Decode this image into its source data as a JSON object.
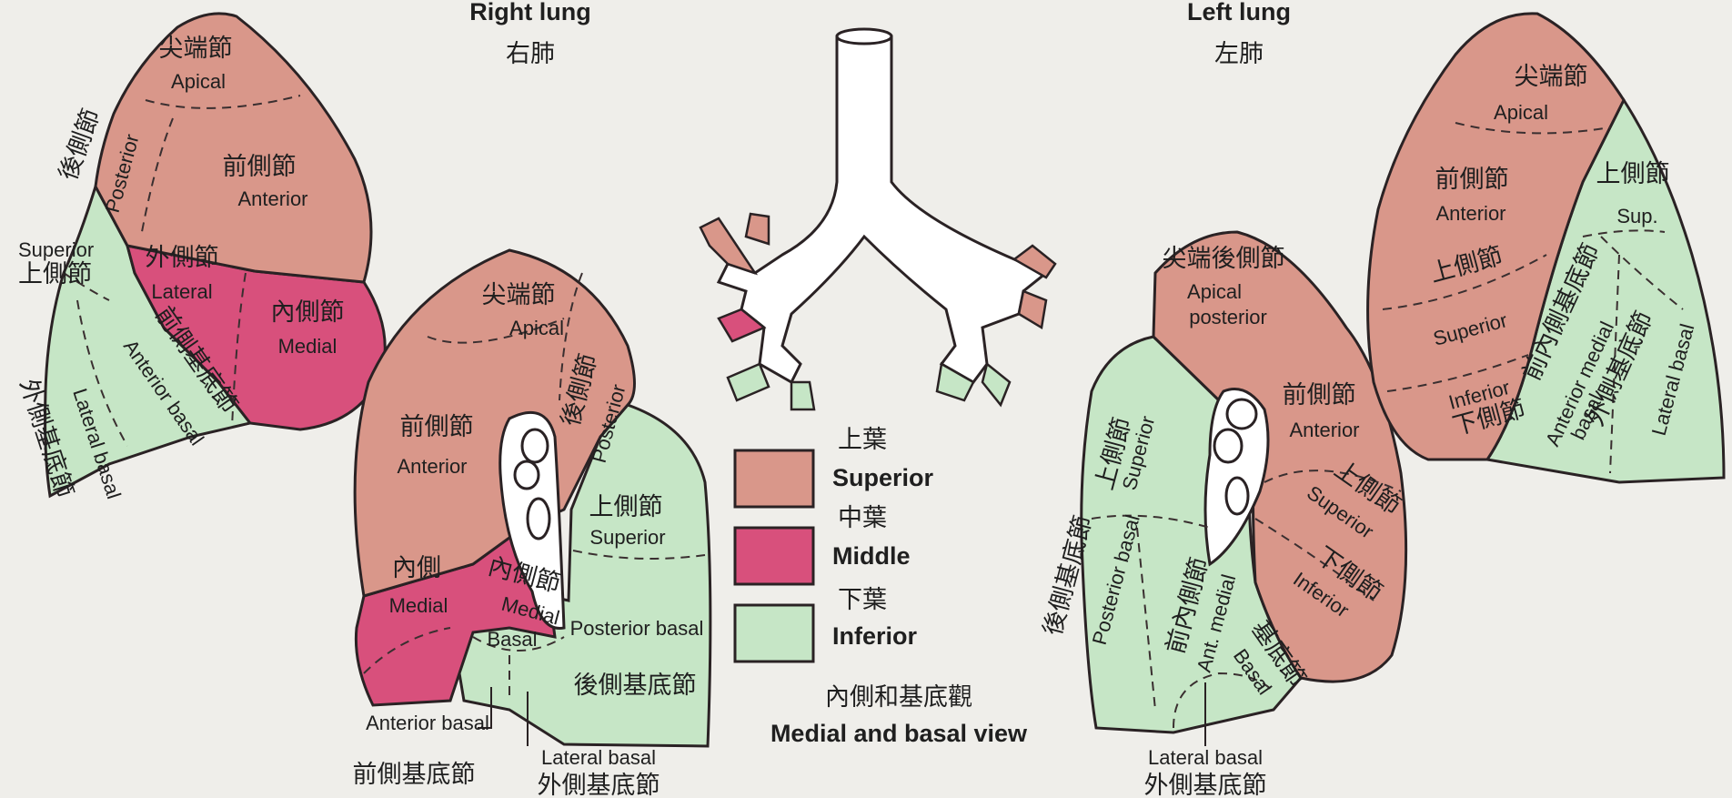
{
  "colors": {
    "superior": "#d9978a",
    "middle": "#d8507c",
    "inferior": "#c6e6c6",
    "background": "#efeeea",
    "outline": "#2a2224"
  },
  "right_lung": {
    "title_en": "Right lung",
    "title_jp": "右肺",
    "lateral_view": {
      "apical_jp": "尖端節",
      "apical_en": "Apical",
      "posterior_jp": "後側節",
      "posterior_en": "Posterior",
      "anterior_jp": "前側節",
      "anterior_en": "Anterior",
      "superior_en": "Superior",
      "superior_jp": "上側節",
      "lateral_jp": "外側節",
      "lateral_en": "Lateral",
      "medial_jp": "內側節",
      "medial_en": "Medial",
      "anterior_basal_en": "Anterior basal",
      "anterior_basal_jp": "前側基底節",
      "lateral_basal_en": "Lateral basal",
      "lateral_basal_jp": "外側基底節"
    },
    "medial_view": {
      "apical_jp": "尖端節",
      "apical_en": "Apical",
      "posterior_jp": "後側節",
      "posterior_en": "Posterior",
      "anterior_jp": "前側節",
      "anterior_en": "Anterior",
      "superior_jp": "上側節",
      "superior_en": "Superior",
      "medial_left_jp": "內側",
      "medial_left_en": "Medial",
      "medial_basal_jp": "內側節",
      "medial_basal_en": "Medial",
      "basal_en": "Basal",
      "posterior_basal_en": "Posterior basal",
      "posterior_basal_jp": "後側基底節",
      "anterior_basal_en": "Anterior basal",
      "anterior_basal_jp": "前側基底節",
      "lateral_basal_en": "Lateral basal",
      "lateral_basal_jp": "外側基底節"
    }
  },
  "left_lung": {
    "title_en": "Left lung",
    "title_jp": "左肺",
    "lateral_view": {
      "apical_jp": "尖端節",
      "apical_en": "Apical",
      "anterior_jp": "前側節",
      "anterior_en": "Anterior",
      "sup_jp": "上側節",
      "sup_en": "Sup.",
      "superior_jp": "上側節",
      "superior_en": "Superior",
      "inferior_en": "Inferior",
      "inferior_jp": "下側節",
      "anteromedial_jp": "前內側基底節",
      "anteromedial_en": "Anterior medial basal",
      "lateral_basal_jp": "外側基底節",
      "lateral_basal_en": "Lateral basal"
    },
    "medial_view": {
      "apical_posterior_jp": "尖端後側節",
      "apical_posterior_en": "Apical posterior",
      "anterior_jp": "前側節",
      "anterior_en": "Anterior",
      "superior_jp": "上側節",
      "superior_en": "Superior",
      "posterior_basal_jp": "後側基底節",
      "posterior_basal_en": "Posterior basal",
      "ant_medial_jp": "前內側節",
      "ant_medial_en": "Ant. medial",
      "superior_lingula_jp": "上側節",
      "superior_lingula_en": "Superior",
      "inferior_lingula_jp": "下側節",
      "inferior_lingula_en": "Inferior",
      "basal_en": "Basal",
      "basal_jp": "基底節",
      "lateral_basal_en": "Lateral basal",
      "lateral_basal_jp": "外側基底節"
    }
  },
  "legend": {
    "superior_jp": "上葉",
    "superior_en": "Superior",
    "middle_jp": "中葉",
    "middle_en": "Middle",
    "inferior_jp": "下葉",
    "inferior_en": "Inferior"
  },
  "view_caption": {
    "jp": "內側和基底觀",
    "en": "Medial and basal view"
  }
}
